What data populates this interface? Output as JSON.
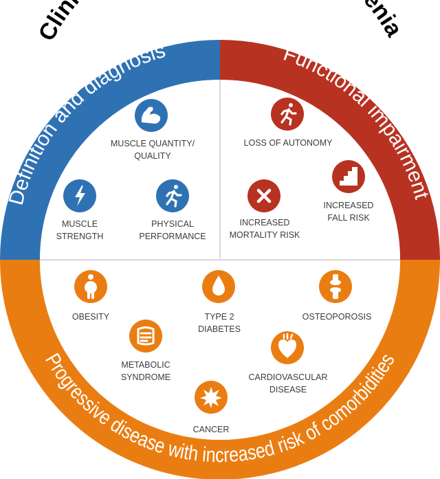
{
  "title": "Clinical characteristics of sarcopenia",
  "colors": {
    "blue": "#2f72b4",
    "red": "#b83222",
    "orange": "#ea7d12",
    "divider": "#d8d8d8",
    "text": "#3c3c3c"
  },
  "sections": {
    "definition": {
      "heading": "Definition and diagnosis",
      "items": [
        {
          "icon": "muscle-icon",
          "line1": "MUSCLE QUANTITY/",
          "line2": "QUALITY"
        },
        {
          "icon": "lightning-icon",
          "line1": "MUSCLE",
          "line2": "STRENGTH"
        },
        {
          "icon": "runner-icon",
          "line1": "PHYSICAL",
          "line2": "PERFORMANCE"
        }
      ]
    },
    "functional": {
      "heading": "Functional impairment",
      "items": [
        {
          "icon": "running-person-icon",
          "line1": "LOSS OF AUTONOMY",
          "line2": ""
        },
        {
          "icon": "cross-icon",
          "line1": "INCREASED",
          "line2": "MORTALITY RISK"
        },
        {
          "icon": "stairs-icon",
          "line1": "INCREASED",
          "line2": "FALL RISK"
        }
      ]
    },
    "comorbidities": {
      "heading": "Progressive disease with increased risk of comorbidities",
      "items": [
        {
          "icon": "obesity-icon",
          "line1": "OBESITY",
          "line2": ""
        },
        {
          "icon": "drop-icon",
          "line1": "TYPE 2",
          "line2": "DIABETES"
        },
        {
          "icon": "bone-joint-icon",
          "line1": "OSTEOPOROSIS",
          "line2": ""
        },
        {
          "icon": "intestine-icon",
          "line1": "METABOLIC",
          "line2": "SYNDROME"
        },
        {
          "icon": "heart-icon",
          "line1": "CARDIOVASCULAR",
          "line2": "DISEASE"
        },
        {
          "icon": "burst-icon",
          "line1": "CANCER",
          "line2": ""
        }
      ]
    }
  }
}
